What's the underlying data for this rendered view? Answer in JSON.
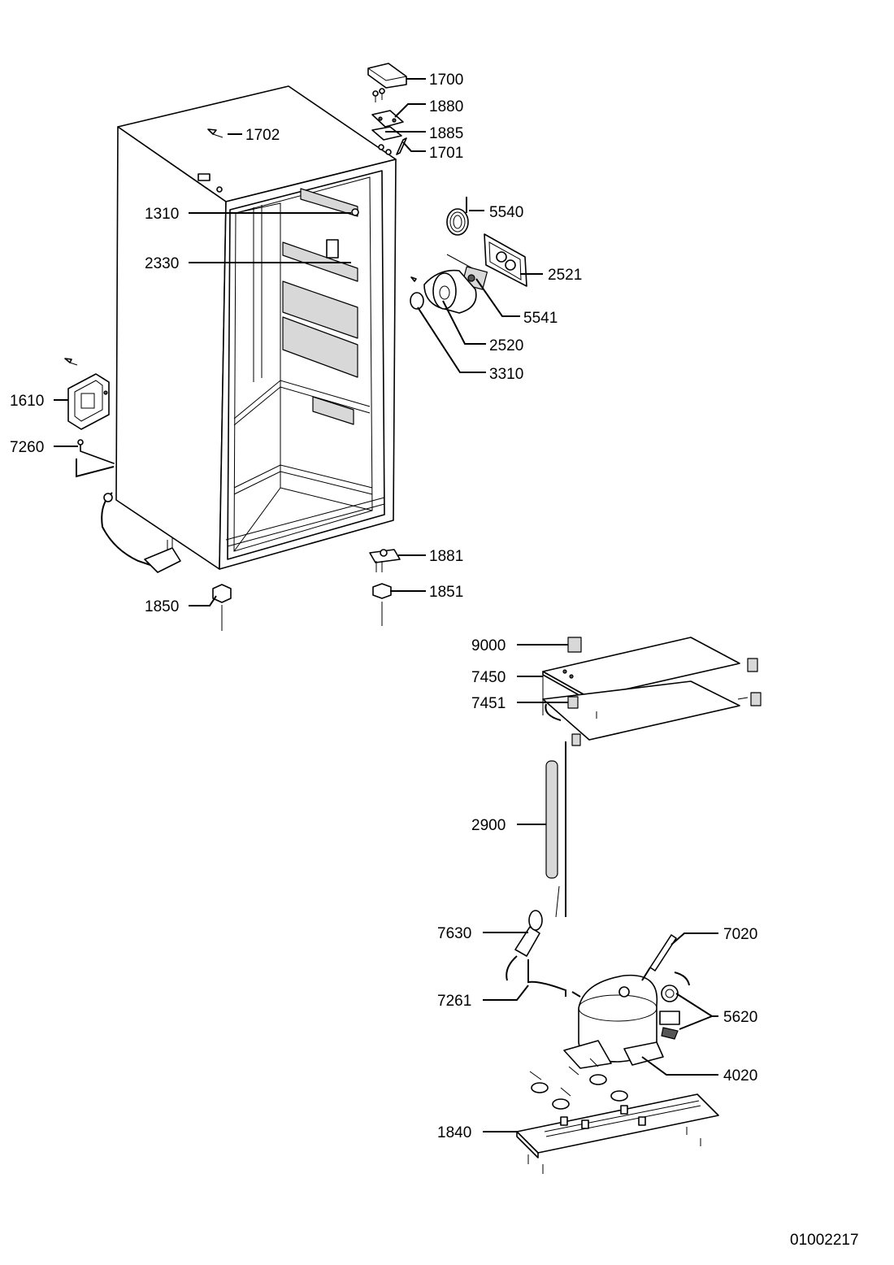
{
  "drawing_number": "01002217",
  "labels": {
    "p1700": "1700",
    "p1880": "1880",
    "p1702": "1702",
    "p1885": "1885",
    "p1701": "1701",
    "p1310": "1310",
    "p5540": "5540",
    "p2330": "2330",
    "p2521": "2521",
    "p5541": "5541",
    "p2520": "2520",
    "p3310": "3310",
    "p1610": "1610",
    "p7260": "7260",
    "p1881": "1881",
    "p1851": "1851",
    "p1850": "1850",
    "p9000": "9000",
    "p7450": "7450",
    "p7451": "7451",
    "p2900": "2900",
    "p7630": "7630",
    "p7020": "7020",
    "p7261": "7261",
    "p5620": "5620",
    "p4020": "4020",
    "p1840": "1840"
  }
}
